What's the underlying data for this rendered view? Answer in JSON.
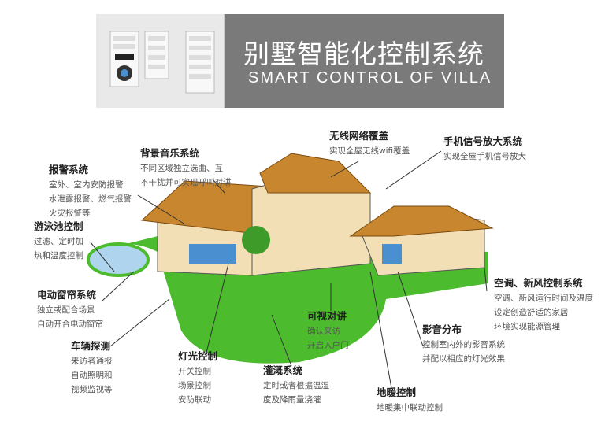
{
  "header": {
    "title_cn": "别墅智能化控制系统",
    "title_en": "SMART CONTROL OF VILLA"
  },
  "labels": [
    {
      "id": "alarm",
      "title": "报警系统",
      "lines": [
        "室外、室内安防报警",
        "水泄露报警、燃气报警",
        "火灾报警等"
      ]
    },
    {
      "id": "music",
      "title": "背景音乐系统",
      "lines": [
        "不同区域独立选曲、互",
        "不干扰并可实现呼叫对讲"
      ]
    },
    {
      "id": "pool",
      "title": "游泳池控制",
      "lines": [
        "过滤、定时加",
        "热和温度控制"
      ]
    },
    {
      "id": "wifi",
      "title": "无线网络覆盖",
      "lines": [
        "实现全屋无线wifi覆盖"
      ]
    },
    {
      "id": "mobile",
      "title": "手机信号放大系统",
      "lines": [
        "实现全屋手机信号放大"
      ]
    },
    {
      "id": "curtain",
      "title": "电动窗帘系统",
      "lines": [
        "独立或配合场景",
        "自动开合电动窗帘"
      ]
    },
    {
      "id": "vehicle",
      "title": "车辆探测",
      "lines": [
        "来访者通报",
        "自动照明和",
        "视频监视等"
      ]
    },
    {
      "id": "light",
      "title": "灯光控制",
      "lines": [
        "开关控制",
        "场景控制",
        "安防联动"
      ]
    },
    {
      "id": "intercom",
      "title": "可视对讲",
      "lines": [
        "确认来访",
        "开启入户门"
      ]
    },
    {
      "id": "irrigation",
      "title": "灌溉系统",
      "lines": [
        "定时或者根据温湿",
        "度及降雨量浇灌"
      ]
    },
    {
      "id": "av",
      "title": "影音分布",
      "lines": [
        "控制室内外的影音系统",
        "并配以相应的灯光效果"
      ]
    },
    {
      "id": "hvac",
      "title": "空调、新风控制系统",
      "lines": [
        "空调、新风运行时间及温度",
        "设定创造舒适的家居",
        "环境实现能源管理"
      ]
    },
    {
      "id": "floor",
      "title": "地暖控制",
      "lines": [
        "地暖集中联动控制"
      ]
    }
  ]
}
